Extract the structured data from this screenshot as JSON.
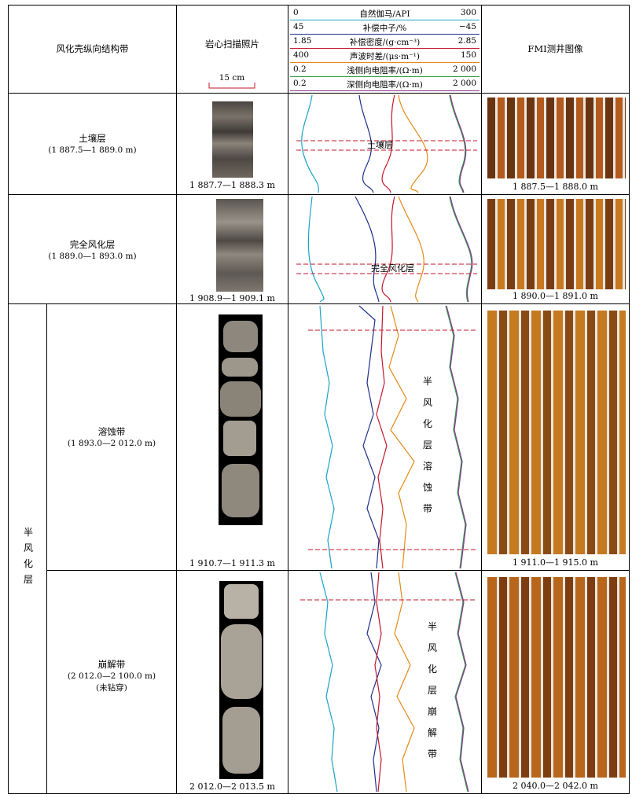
{
  "header": {
    "col1": "风化壳纵向结构带",
    "col2": "岩心扫描照片",
    "scale_label": "15 cm",
    "col4": "FMI测井图像",
    "legend": [
      {
        "left": "0",
        "name": "自然伽马/API",
        "right": "300",
        "color": "#1aa3c8"
      },
      {
        "left": "45",
        "name": "补偿中子/%",
        "right": "−45",
        "color": "#1f2f8a"
      },
      {
        "left": "1.85",
        "name": "补偿密度/(g·cm⁻³)",
        "right": "2.85",
        "color": "#c4162a"
      },
      {
        "left": "400",
        "name": "声波时差/(μs·m⁻¹)",
        "right": "150",
        "color": "#e38a17"
      },
      {
        "left": "0.2",
        "name": "浅侧向电阻率/(Ω·m)",
        "right": "2 000",
        "color": "#2f9a4a"
      },
      {
        "left": "0.2",
        "name": "深侧向电阻率/(Ω·m)",
        "right": "2 000",
        "color": "#8a3a8f"
      }
    ]
  },
  "rows": [
    {
      "zone": "土壤层",
      "range": "(1 887.5—1 889.0 m)",
      "core_depth": "1 887.7—1 888.3 m",
      "log_label": "土壤层",
      "fmi_depth": "1 887.5—1 888.0 m"
    },
    {
      "zone": "完全风化层",
      "range": "(1 889.0—1 893.0 m)",
      "core_depth": "1 908.9—1 909.1 m",
      "log_label": "完全风化层",
      "fmi_depth": "1 890.0—1 891.0 m"
    },
    {
      "zone": "溶蚀带",
      "range": "(1 893.0—2 012.0 m)",
      "core_depth": "1 910.7—1 911.3 m",
      "log_label": [
        "半",
        "风",
        "化",
        "层",
        "溶",
        "蚀",
        "带"
      ],
      "fmi_depth": "1 911.0—1 915.0 m"
    },
    {
      "zone": "崩解带",
      "range": "(2 012.0—2 100.0 m)",
      "note": "(未钻穿)",
      "core_depth": "2 012.0—2 013.5 m",
      "log_label": [
        "半",
        "风",
        "化",
        "层",
        "崩",
        "解",
        "带"
      ],
      "fmi_depth": "2 040.0—2 042.0 m"
    }
  ],
  "semi_zone": [
    "半",
    "风",
    "化",
    "层"
  ]
}
